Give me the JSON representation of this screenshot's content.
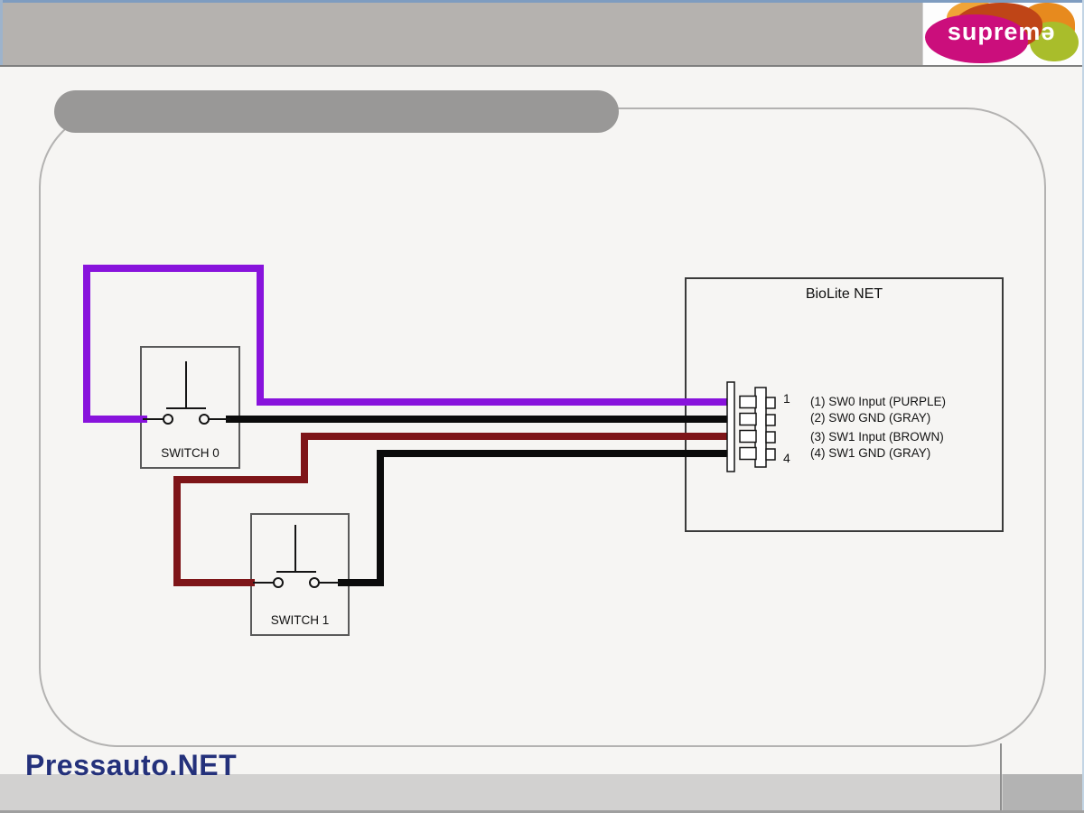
{
  "header": {
    "logo_text": "supremə",
    "logo_colors": {
      "magenta": "#cb0e7c",
      "rust": "#bf4517",
      "orange_light": "#f0a437",
      "orange_dark": "#e78a1e",
      "green": "#a9bd2b"
    }
  },
  "diagram": {
    "device": {
      "title": "BioLite NET"
    },
    "switches": [
      {
        "label": "SWITCH 0"
      },
      {
        "label": "SWITCH 1"
      }
    ],
    "connector": {
      "top_pin": "1",
      "bottom_pin": "4",
      "pins": [
        {
          "label": "(1) SW0 Input (PURPLE)"
        },
        {
          "label": "(2) SW0 GND (GRAY)"
        },
        {
          "label": "(3) SW1 Input (BROWN)"
        },
        {
          "label": "(4) SW1 GND (GRAY)"
        }
      ]
    },
    "wire_colors": {
      "purple": "#8813dc",
      "brown": "#7e1518",
      "black": "#0b0b0b"
    }
  },
  "footer": {
    "watermark": "Pressauto.NET",
    "watermark_color": "#24317b"
  }
}
